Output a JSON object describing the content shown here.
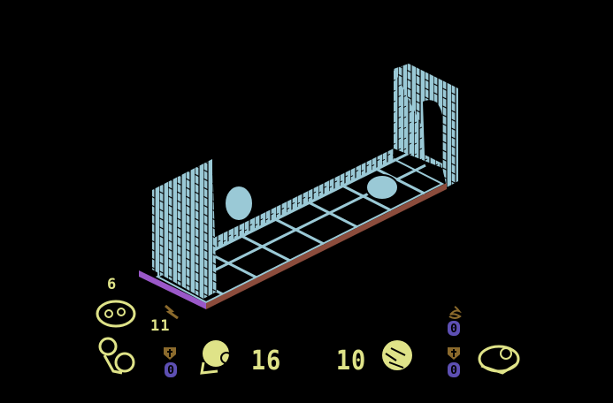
{
  "colors": {
    "wall": "#9ac9d6",
    "floor_edge_front": "#8b4c3c",
    "floor_edge_side": "#9a58c8",
    "hud": "#dfe388",
    "counter": "#5d4fb3",
    "item": "#8b6a2c"
  },
  "hud": {
    "head_doughnuts_tray": "6",
    "heels_speed_lightning": "11",
    "head_shield": "0",
    "head_lives": "16",
    "heels_lives": "10",
    "heels_donuts": "0",
    "heels_shield": "0"
  },
  "icons": [
    "donut-tray-icon",
    "lightning-icon",
    "heels-bag-icon",
    "shield-icon",
    "head-character-icon",
    "heels-character-icon",
    "spring-icon",
    "crown-icon"
  ]
}
